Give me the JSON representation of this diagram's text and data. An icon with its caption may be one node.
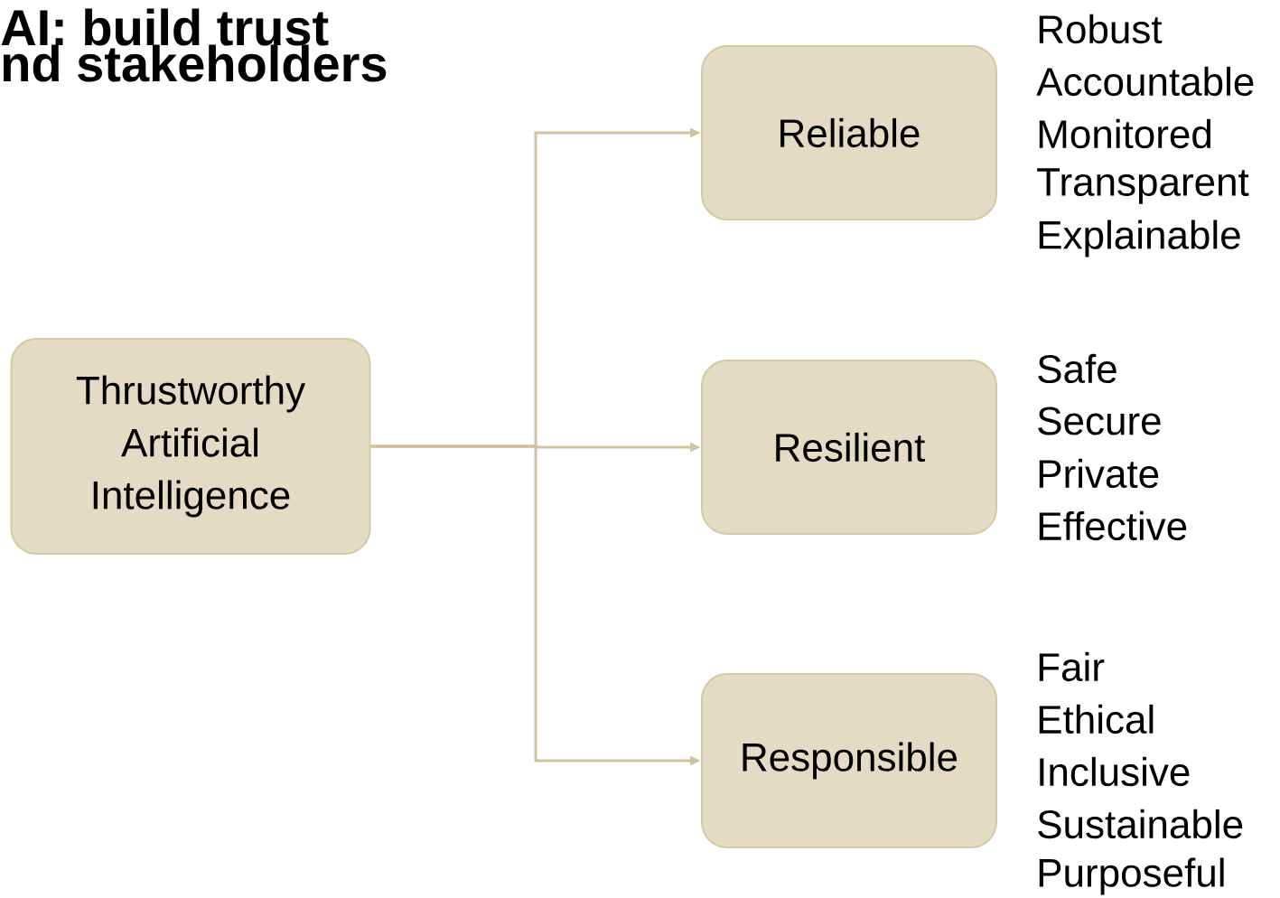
{
  "diagram": {
    "nodes": [
      {
        "text": [
          "Thrustworthy Artificial Intelligence"
        ]
      },
      {
        "text": [
          "Reliable"
        ],
        "beside": [
          "Robust",
          "Accountable",
          "Monitored",
          "Transparent",
          "Explainable"
        ]
      },
      {
        "text": [
          "Resilient"
        ],
        "beside": [
          "Safe",
          "Secure",
          "Private",
          "Effective"
        ]
      },
      {
        "text": [
          "Responsible"
        ],
        "beside": [
          "Fair",
          "Ethical",
          "Inclusive",
          "Sustainable",
          "Purposeful"
        ]
      }
    ],
    "edges": [
      {
        "from": 0,
        "to": 1,
        "arrow": "to"
      },
      {
        "from": 0,
        "to": 2,
        "arrow": "to"
      },
      {
        "from": 0,
        "to": 3,
        "arrow": "to"
      }
    ],
    "labels": [
      "AI: build trust",
      "nd stakeholders"
    ]
  }
}
